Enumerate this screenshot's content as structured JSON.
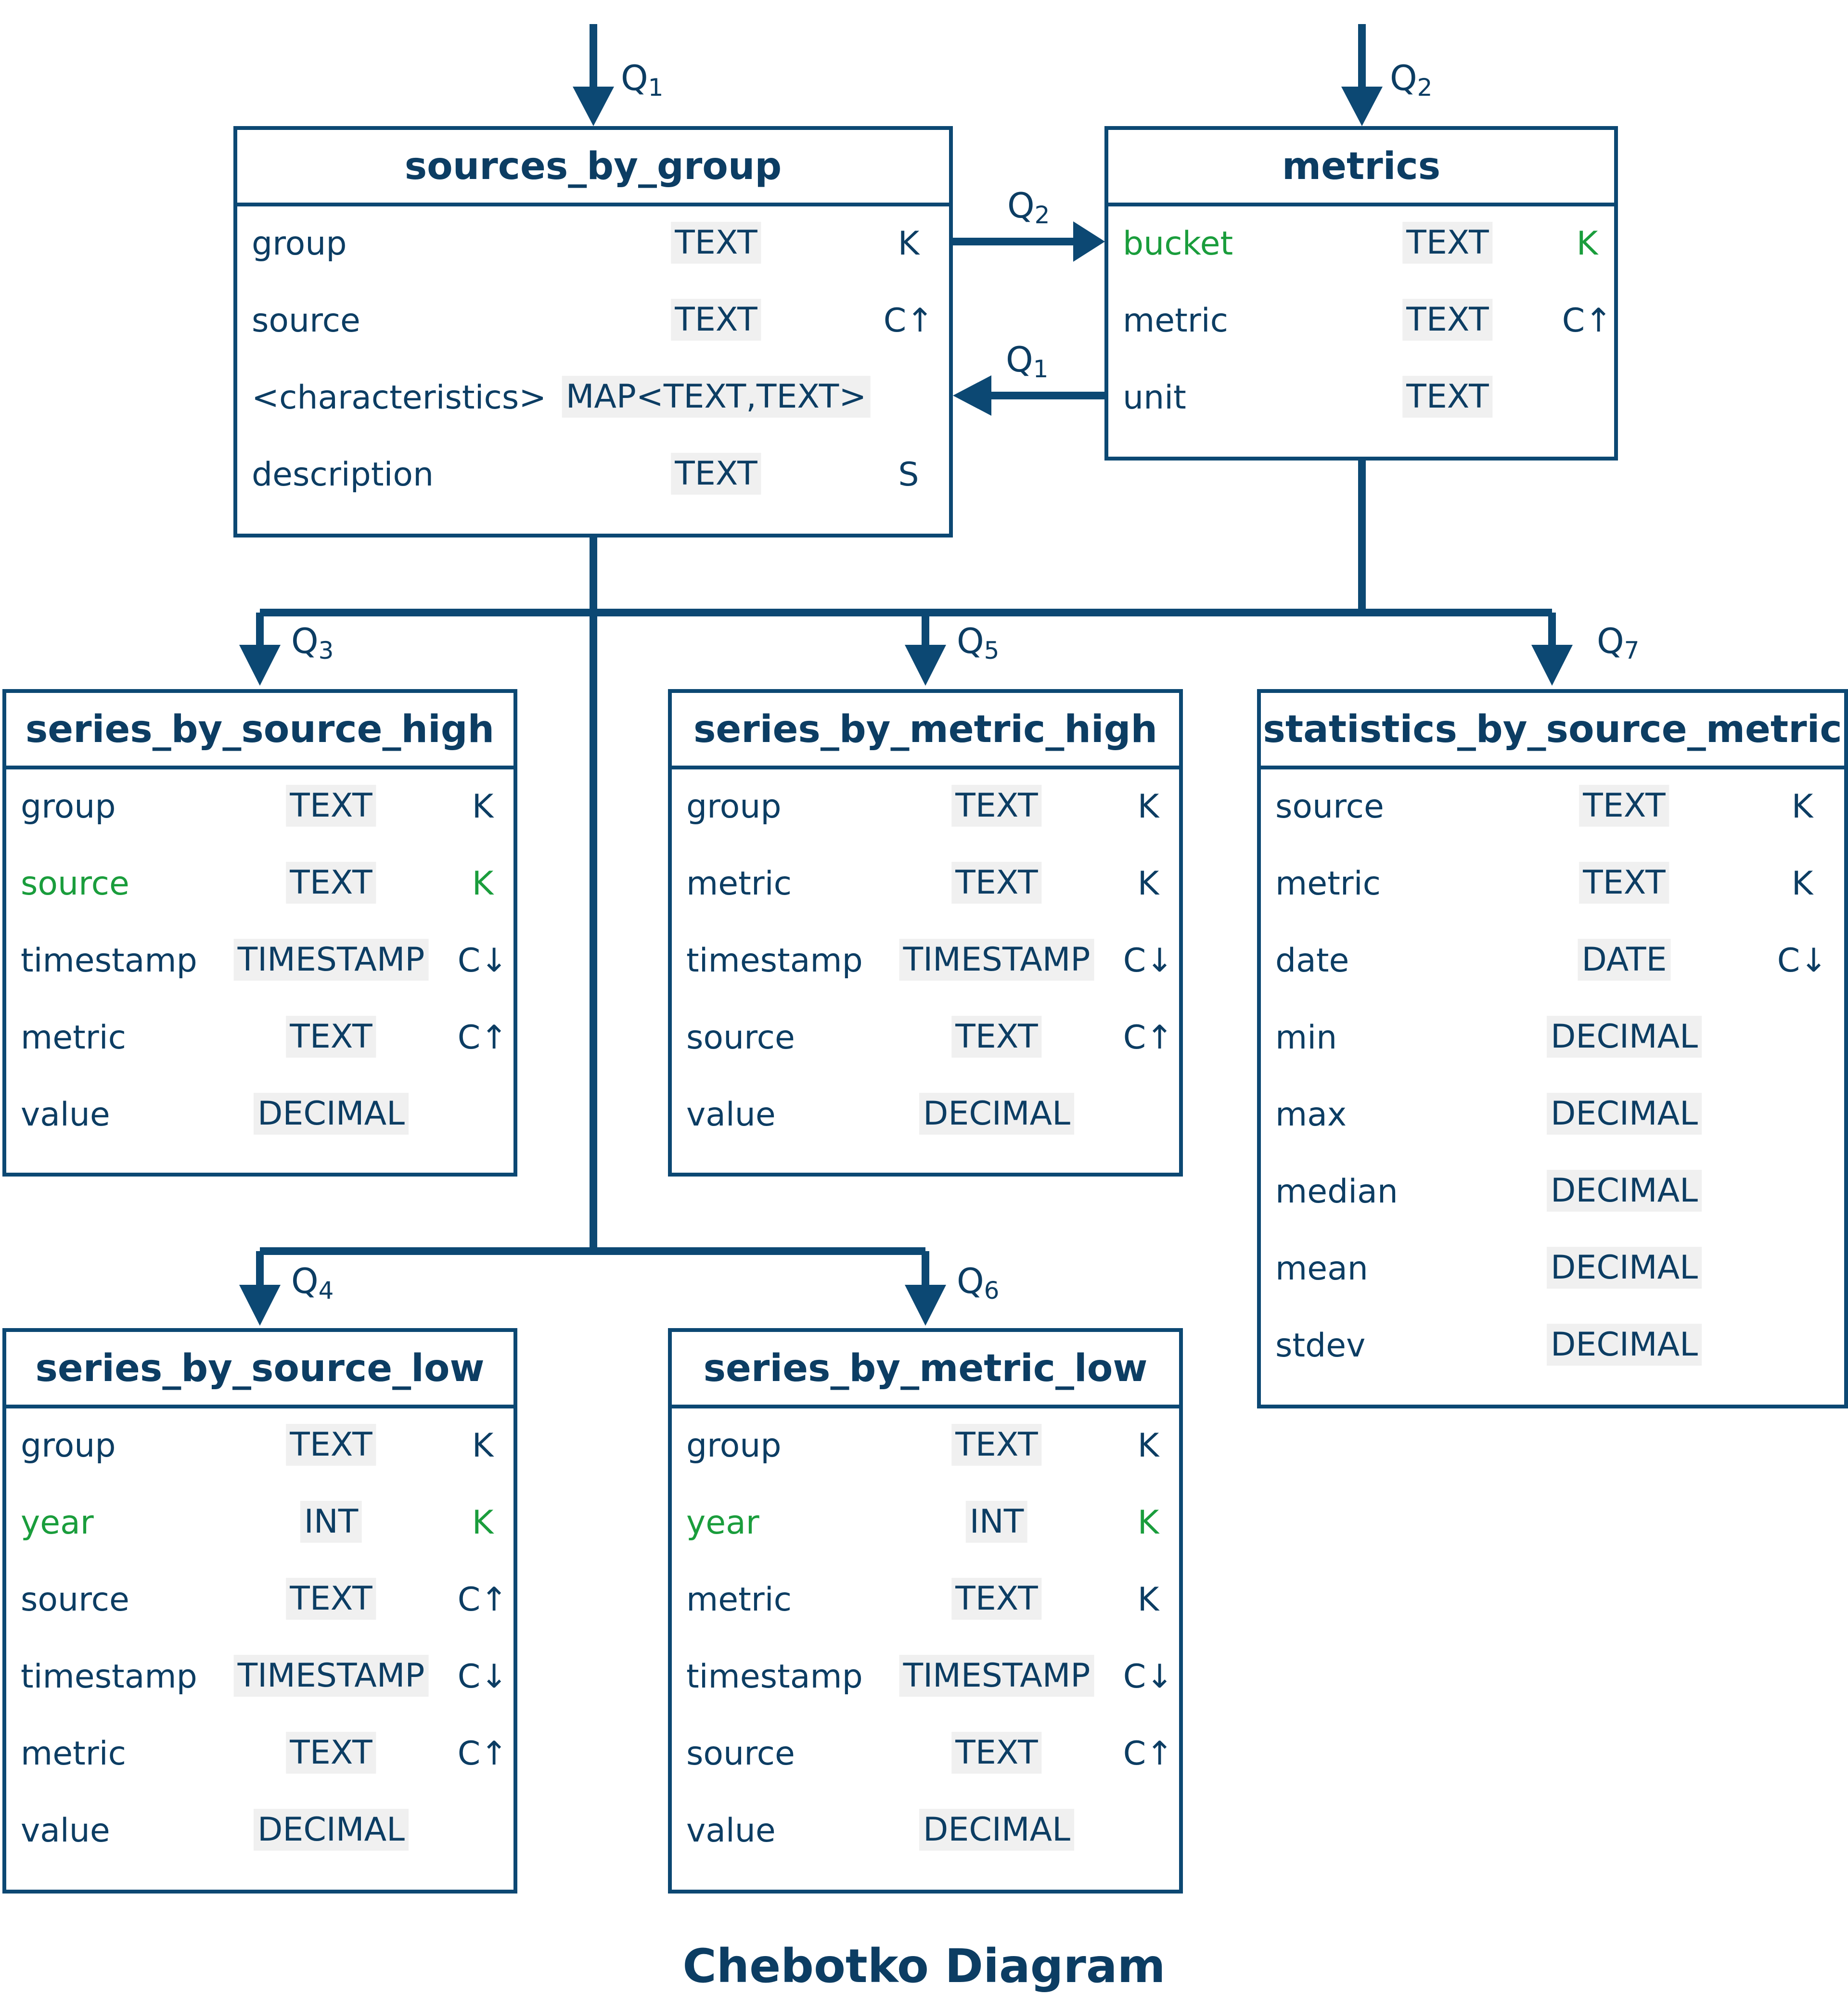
{
  "diagram": {
    "caption": "Chebotko Diagram",
    "colors": {
      "line": "#0c4873",
      "text": "#0c3d63",
      "highlight": "#1a9d3c",
      "type_bg": "#f0f0f0"
    },
    "tables": [
      {
        "id": "sources_by_group",
        "title": "sources_by_group",
        "columns": [
          {
            "name": "group",
            "type": "TEXT",
            "key": "K"
          },
          {
            "name": "source",
            "type": "TEXT",
            "key": "C↑"
          },
          {
            "name": "<characteristics>",
            "type": "MAP<TEXT,TEXT>",
            "key": ""
          },
          {
            "name": "description",
            "type": "TEXT",
            "key": "S"
          }
        ]
      },
      {
        "id": "metrics",
        "title": "metrics",
        "columns": [
          {
            "name": "bucket",
            "type": "TEXT",
            "key": "K",
            "highlight": true
          },
          {
            "name": "metric",
            "type": "TEXT",
            "key": "C↑"
          },
          {
            "name": "unit",
            "type": "TEXT",
            "key": ""
          }
        ]
      },
      {
        "id": "series_by_source_high",
        "title": "series_by_source_high",
        "columns": [
          {
            "name": "group",
            "type": "TEXT",
            "key": "K"
          },
          {
            "name": "source",
            "type": "TEXT",
            "key": "K",
            "highlight": true
          },
          {
            "name": "timestamp",
            "type": "TIMESTAMP",
            "key": "C↓"
          },
          {
            "name": "metric",
            "type": "TEXT",
            "key": "C↑"
          },
          {
            "name": "value",
            "type": "DECIMAL",
            "key": ""
          }
        ]
      },
      {
        "id": "series_by_metric_high",
        "title": "series_by_metric_high",
        "columns": [
          {
            "name": "group",
            "type": "TEXT",
            "key": "K"
          },
          {
            "name": "metric",
            "type": "TEXT",
            "key": "K"
          },
          {
            "name": "timestamp",
            "type": "TIMESTAMP",
            "key": "C↓"
          },
          {
            "name": "source",
            "type": "TEXT",
            "key": "C↑"
          },
          {
            "name": "value",
            "type": "DECIMAL",
            "key": ""
          }
        ]
      },
      {
        "id": "statistics_by_source_metric",
        "title": "statistics_by_source_metric",
        "columns": [
          {
            "name": "source",
            "type": "TEXT",
            "key": "K"
          },
          {
            "name": "metric",
            "type": "TEXT",
            "key": "K"
          },
          {
            "name": "date",
            "type": "DATE",
            "key": "C↓"
          },
          {
            "name": "min",
            "type": "DECIMAL",
            "key": ""
          },
          {
            "name": "max",
            "type": "DECIMAL",
            "key": ""
          },
          {
            "name": "median",
            "type": "DECIMAL",
            "key": ""
          },
          {
            "name": "mean",
            "type": "DECIMAL",
            "key": ""
          },
          {
            "name": "stdev",
            "type": "DECIMAL",
            "key": ""
          }
        ]
      },
      {
        "id": "series_by_source_low",
        "title": "series_by_source_low",
        "columns": [
          {
            "name": "group",
            "type": "TEXT",
            "key": "K"
          },
          {
            "name": "year",
            "type": "INT",
            "key": "K",
            "highlight": true
          },
          {
            "name": "source",
            "type": "TEXT",
            "key": "C↑"
          },
          {
            "name": "timestamp",
            "type": "TIMESTAMP",
            "key": "C↓"
          },
          {
            "name": "metric",
            "type": "TEXT",
            "key": "C↑"
          },
          {
            "name": "value",
            "type": "DECIMAL",
            "key": ""
          }
        ]
      },
      {
        "id": "series_by_metric_low",
        "title": "series_by_metric_low",
        "columns": [
          {
            "name": "group",
            "type": "TEXT",
            "key": "K"
          },
          {
            "name": "year",
            "type": "INT",
            "key": "K",
            "highlight": true
          },
          {
            "name": "metric",
            "type": "TEXT",
            "key": "K"
          },
          {
            "name": "timestamp",
            "type": "TIMESTAMP",
            "key": "C↓"
          },
          {
            "name": "source",
            "type": "TEXT",
            "key": "C↑"
          },
          {
            "name": "value",
            "type": "DECIMAL",
            "key": ""
          }
        ]
      }
    ],
    "query_labels": [
      {
        "id": "q1-entry",
        "letter": "Q",
        "sub": "1"
      },
      {
        "id": "q2-entry",
        "letter": "Q",
        "sub": "2"
      },
      {
        "id": "q2-transition",
        "letter": "Q",
        "sub": "2"
      },
      {
        "id": "q1-transition",
        "letter": "Q",
        "sub": "1"
      },
      {
        "id": "q3",
        "letter": "Q",
        "sub": "3"
      },
      {
        "id": "q5",
        "letter": "Q",
        "sub": "5"
      },
      {
        "id": "q7",
        "letter": "Q",
        "sub": "7"
      },
      {
        "id": "q4",
        "letter": "Q",
        "sub": "4"
      },
      {
        "id": "q6",
        "letter": "Q",
        "sub": "6"
      }
    ]
  }
}
